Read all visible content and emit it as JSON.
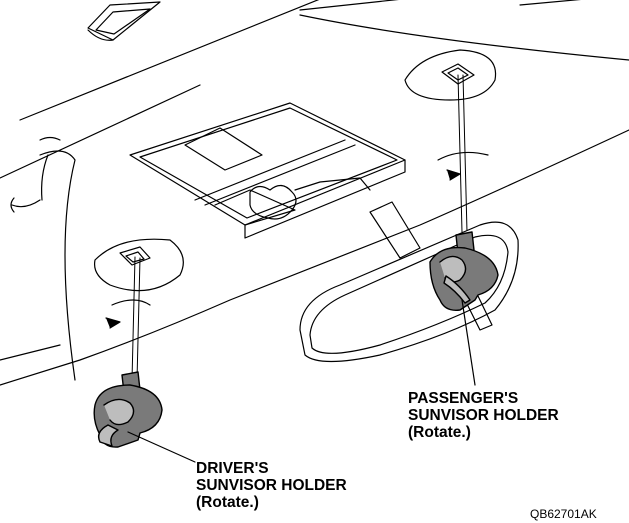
{
  "labels": {
    "passenger": {
      "line1": "PASSENGER'S",
      "line2": "SUNVISOR HOLDER",
      "line3": "(Rotate.)"
    },
    "driver": {
      "line1": "DRIVER'S",
      "line2": "SUNVISOR HOLDER",
      "line3": "(Rotate.)"
    }
  },
  "figure_id": "QB62701AK",
  "colors": {
    "line": "#000000",
    "holder_fill": "#7a7a7a",
    "holder_light": "#bdbdbd",
    "background": "#ffffff"
  }
}
